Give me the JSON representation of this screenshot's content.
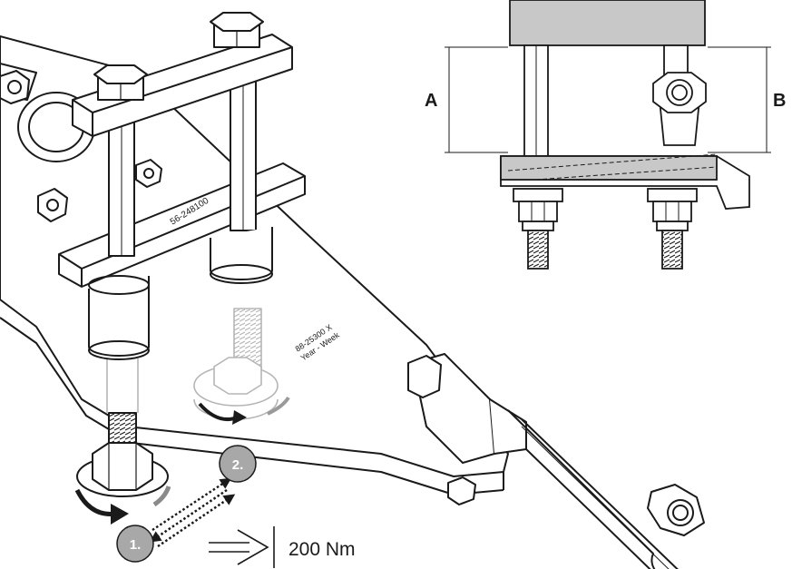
{
  "labels": {
    "tool_part_number": "56-248100",
    "arm_marking_line1": "88-25300 X",
    "arm_marking_line2": "Year - Week",
    "dimension_a": "A",
    "dimension_b": "B",
    "step_1": "1.",
    "step_2": "2.",
    "torque": "200 Nm"
  },
  "colors": {
    "line": "#1a1a1a",
    "part_fill": "#ffffff",
    "step_circle": "#a8a8a8",
    "block_fill": "#c8c8c8",
    "ghost_line": "#b5b5b5"
  }
}
